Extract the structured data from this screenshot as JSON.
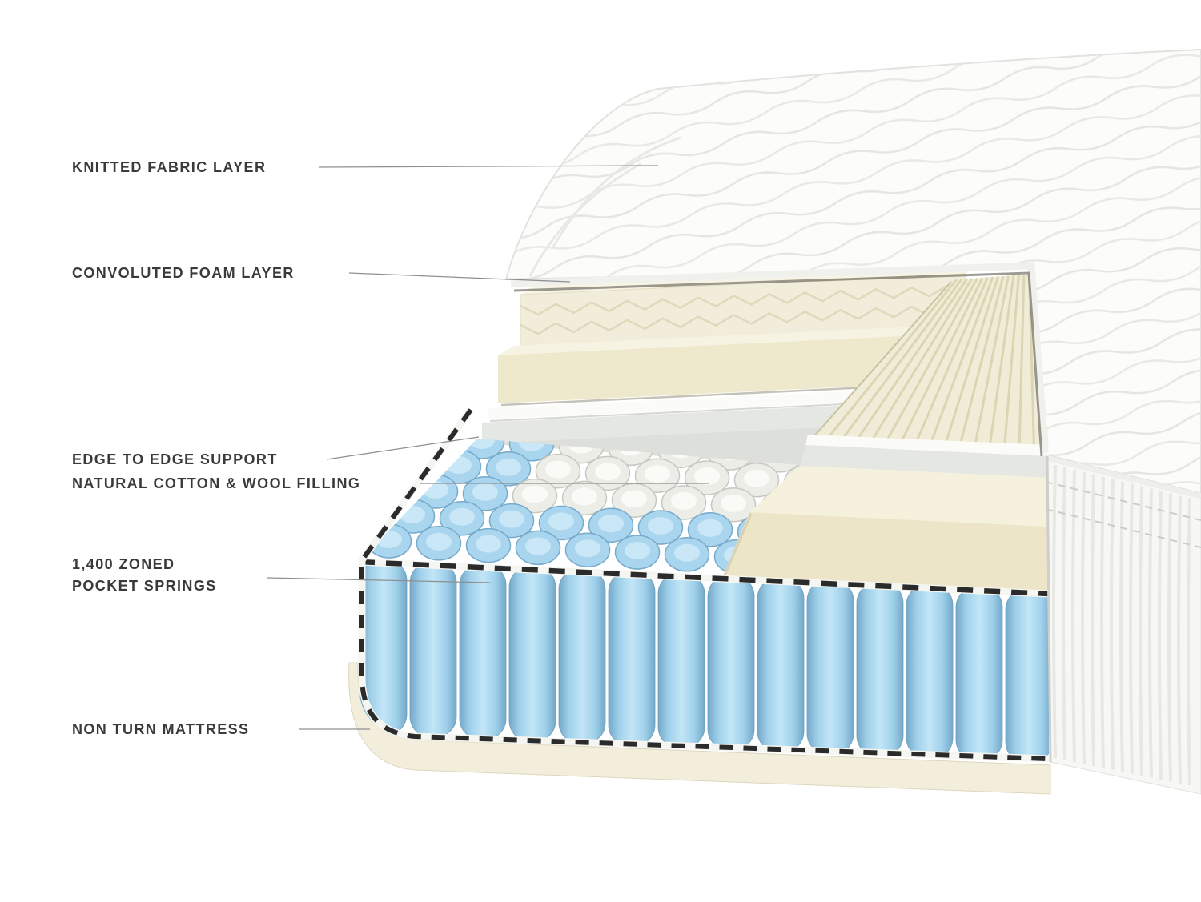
{
  "diagram": {
    "labels": [
      {
        "id": "knitted-fabric-layer",
        "lines": [
          "KNITTED FABRIC LAYER"
        ]
      },
      {
        "id": "convoluted-foam-layer",
        "lines": [
          "CONVOLUTED FOAM LAYER"
        ]
      },
      {
        "id": "edge-to-edge-support",
        "lines": [
          "EDGE TO EDGE SUPPORT"
        ]
      },
      {
        "id": "natural-cotton-wool-filling",
        "lines": [
          "NATURAL COTTON & WOOL FILLING"
        ]
      },
      {
        "id": "zoned-pocket-springs",
        "lines": [
          "1,400 ZONED",
          "POCKET SPRINGS"
        ]
      },
      {
        "id": "non-turn-mattress",
        "lines": [
          "NON TURN MATTRESS"
        ]
      }
    ],
    "colors": {
      "label_text": "#3a3a3a",
      "leader_line": "#8f8f8f",
      "spring_blue": "#a9d6ee",
      "spring_blue_dark": "#78aacb",
      "spring_white": "#edede8",
      "foam_cream": "#efe9cf",
      "foam_cream_light": "#f6f1dd",
      "convoluted_cream": "#f2edda",
      "fabric_white": "#fcfcfb",
      "grey_layer": "#e5e7e3",
      "base_cream": "#f2eedb",
      "tape_black": "#2b2b2b"
    }
  }
}
